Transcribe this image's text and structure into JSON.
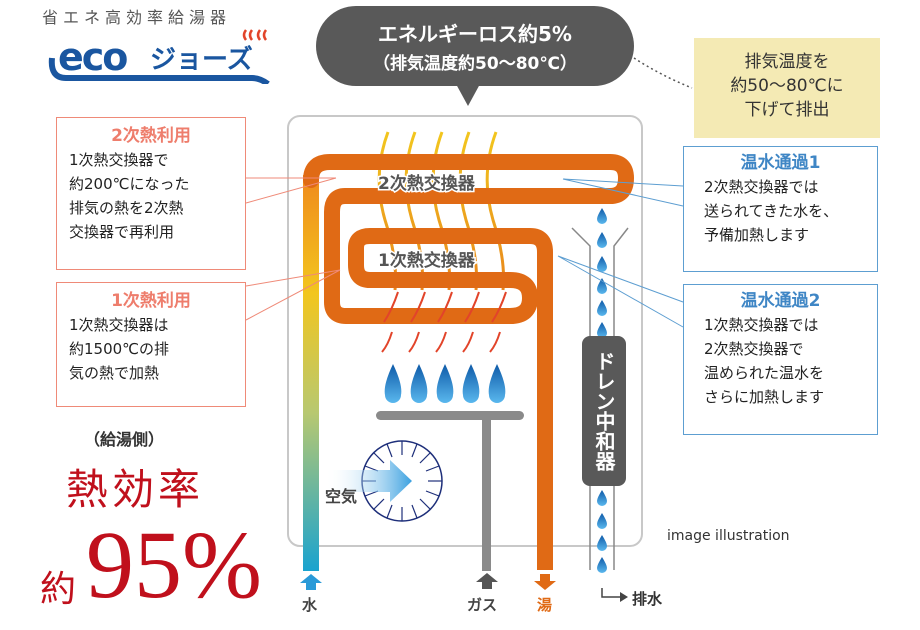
{
  "logo": {
    "subtitle": "省エネ高効率給湯器",
    "brand_latin": "eco",
    "brand_kana": "ジョーズ",
    "brand_color": "#1a56a0",
    "steam_color": "#e2442a"
  },
  "bubble": {
    "line1": "エネルギーロス約5%",
    "line2": "（排気温度約50〜80℃）",
    "color": "#595959"
  },
  "exhaust_note": {
    "lines": [
      "排気温度を",
      "約50〜80℃に",
      "下げて排出"
    ],
    "color": "#f4eab4"
  },
  "left_callouts": [
    {
      "title": "2次熱利用",
      "lines": [
        "1次熱交換器で",
        "約200℃になった",
        "排気の熱を2次熱",
        "交換器で再利用"
      ]
    },
    {
      "title": "1次熱利用",
      "lines": [
        "1次熱交換器は",
        "約1500℃の排",
        "気の熱で加熱"
      ]
    }
  ],
  "right_callouts": [
    {
      "title": "温水通過1",
      "lines": [
        "2次熱交換器では",
        "送られてきた水を、",
        "予備加熱します"
      ]
    },
    {
      "title": "温水通過2",
      "lines": [
        "1次熱交換器では",
        "2次熱交換器で",
        "温められた温水を",
        "さらに加熱します"
      ]
    }
  ],
  "efficiency": {
    "side_label": "（給湯側）",
    "label": "熱効率",
    "prefix": "約",
    "value": "95%",
    "color": "#c0101c"
  },
  "diagram": {
    "secondary_exchanger": "2次熱交換器",
    "primary_exchanger": "1次熱交換器",
    "air_label": "空気",
    "drain_neutralizer": "ドレン中和器",
    "pipe_color": "#e06a15",
    "frame_color": "#c8c8c8",
    "water_color": "#1aa3cf",
    "gas_color": "#8a8a8a"
  },
  "bottom_labels": {
    "water": "水",
    "gas": "ガス",
    "hot_water": "湯",
    "drain": "排水"
  },
  "caption": "image illustration"
}
